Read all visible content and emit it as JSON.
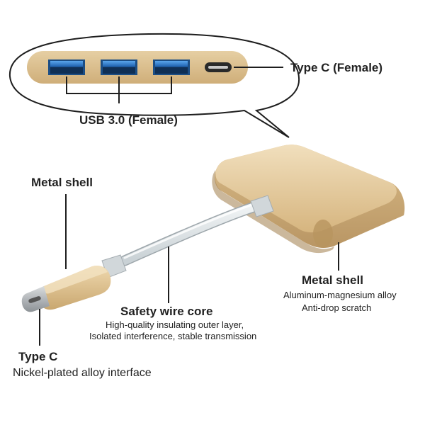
{
  "labels": {
    "type_c_female": "Type C (Female)",
    "usb30_female": "USB 3.0 (Female)",
    "metal_shell_top": "Metal shell",
    "metal_shell_right": "Metal shell",
    "metal_shell_right_line1": "Aluminum-magnesium alloy",
    "metal_shell_right_line2": "Anti-drop scratch",
    "safety_wire_core": "Safety wire core",
    "safety_wire_line1": "High-quality insulating outer layer,",
    "safety_wire_line2": "Isolated interference, stable transmission",
    "type_c": "Type C",
    "type_c_sub": "Nickel-plated alloy interface"
  },
  "colors": {
    "gold": "#d7b889",
    "gold_dark": "#b8975f",
    "usb_blue": "#2f7fd0",
    "cable": "#dde3e6"
  }
}
